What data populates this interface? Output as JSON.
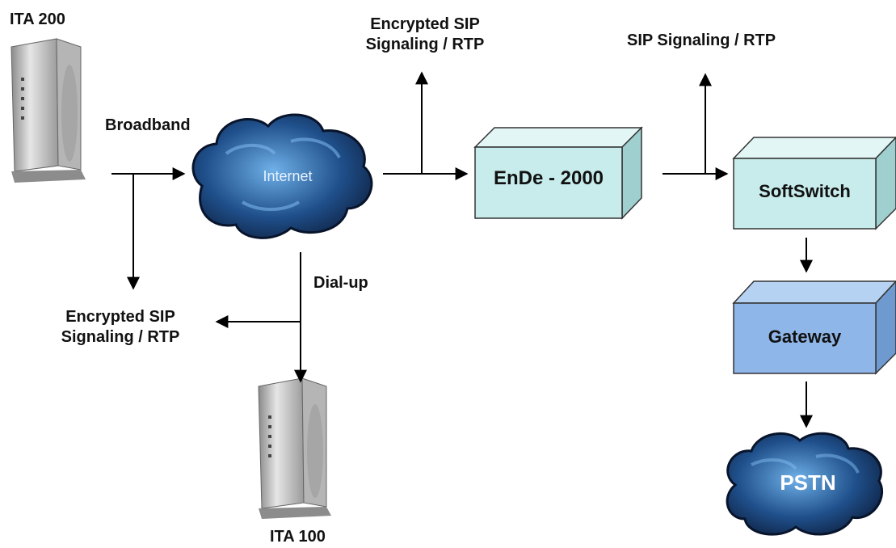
{
  "devices": {
    "ita200": {
      "label": "ITA 200"
    },
    "ita100": {
      "label": "ITA 100"
    }
  },
  "clouds": {
    "internet": {
      "label": "Internet"
    },
    "pstn": {
      "label": "PSTN"
    }
  },
  "boxes": {
    "ende": {
      "label": "EnDe - 2000",
      "color": "#c8ecec"
    },
    "softswitch": {
      "label": "SoftSwitch",
      "color": "#c8ecec"
    },
    "gateway": {
      "label": "Gateway",
      "color": "#8eb6e8"
    }
  },
  "connection_labels": {
    "broadband": "Broadband",
    "dialup": "Dial-up",
    "encrypted_top_line1": "Encrypted SIP",
    "encrypted_top_line2": "Signaling / RTP",
    "sip_signaling": "SIP Signaling / RTP",
    "encrypted_left_line1": "Encrypted SIP",
    "encrypted_left_line2": "Signaling / RTP"
  },
  "colors": {
    "cloud_dark": "#0d1a33",
    "cloud_mid": "#1f4f8a",
    "cloud_light": "#5a9bd6",
    "device_silver": "#c9c9c9"
  }
}
